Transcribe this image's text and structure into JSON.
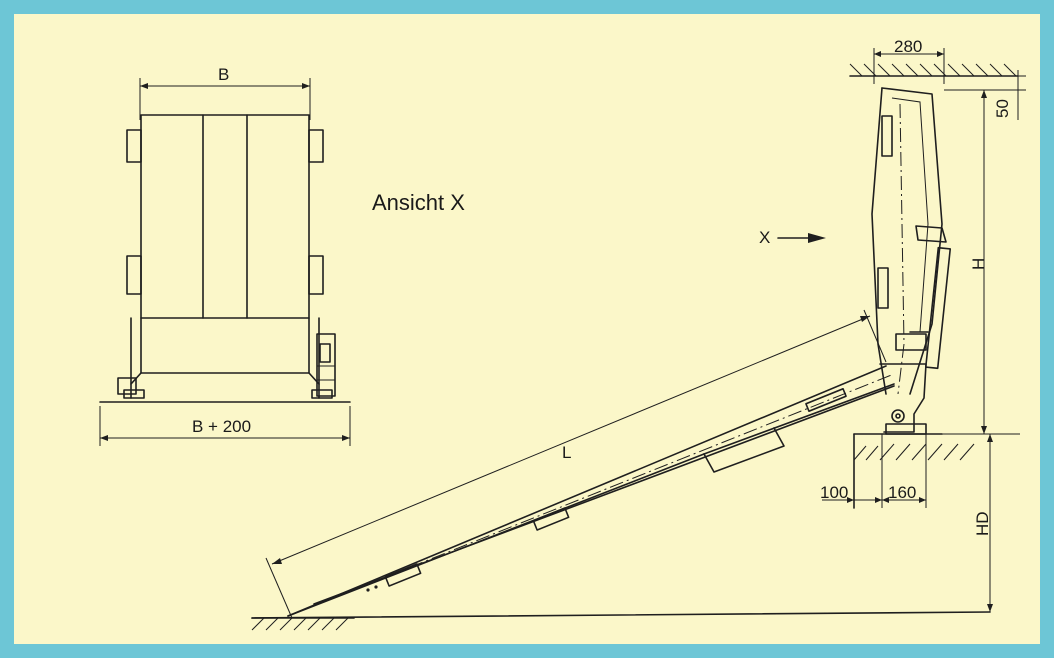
{
  "diagram": {
    "frame_color": "#6dc6d6",
    "paper_color": "#fbf7c9",
    "view_title": "Ansicht X",
    "arrow_label": "X",
    "dimensions": {
      "width": "B",
      "width_plus": "B + 200",
      "length": "L",
      "height": "H",
      "pit_depth": "HD",
      "top_offset": "280",
      "top_gap": "50",
      "base_left": "100",
      "base_right": "160"
    }
  }
}
